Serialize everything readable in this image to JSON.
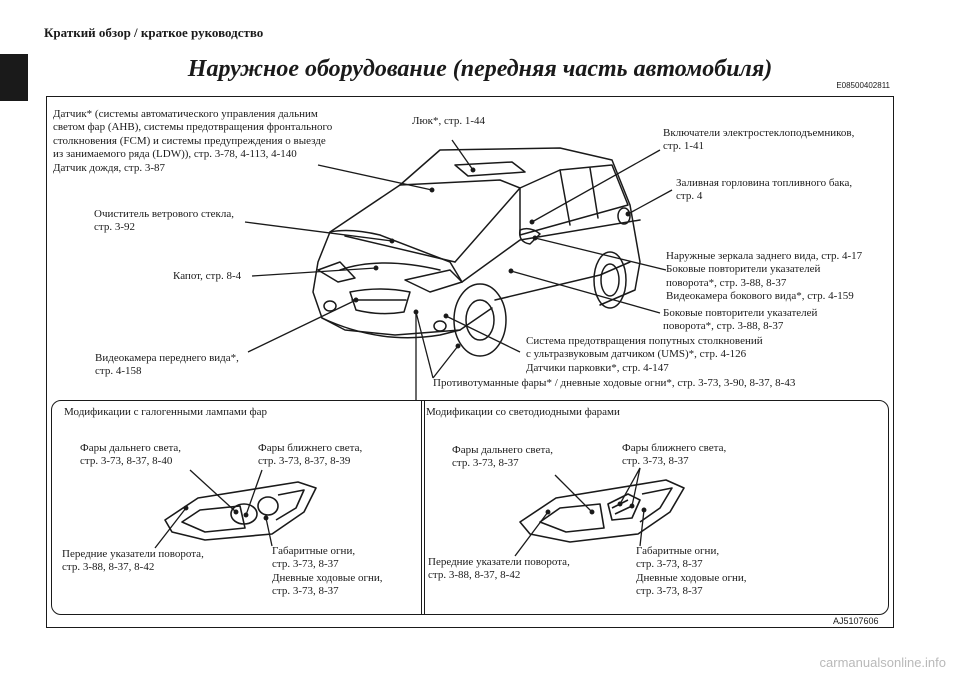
{
  "header": {
    "section": "Краткий обзор / краткое руководство",
    "title": "Наружное оборудование (передняя часть автомобиля)",
    "code": "E08500402811"
  },
  "callouts": {
    "sensor": [
      "Датчик* (системы автоматического управления дальним",
      "светом фар (AHB), системы предотвращения фронтального",
      "столкновения (FCM) и системы предупреждения о выезде",
      "из занимаемого ряда (LDW)), стр. 3-78, 4-113, 4-140",
      "Датчик дождя, стр. 3-87"
    ],
    "sunroof": [
      "Люк*, стр. 1-44"
    ],
    "windows": [
      "Включатели электростеклоподъемников,",
      "стр. 1-41"
    ],
    "fuel": [
      "Заливная горловина топливного бака,",
      "стр. 4"
    ],
    "wiper": [
      "Очиститель ветрового стекла,",
      "стр. 3-92"
    ],
    "mirrors": [
      "Наружные зеркала заднего вида, стр. 4-17",
      "Боковые повторители указателей",
      "поворота*, стр. 3-88, 8-37",
      "Видеокамера бокового вида*, стр. 4-159"
    ],
    "hood": [
      "Капот, стр. 8-4"
    ],
    "repeaters": [
      "Боковые повторители указателей",
      "поворота*, стр. 3-88, 8-37"
    ],
    "ums": [
      "Система предотвращения попутных столкновений",
      "с ультразвуковым датчиком (UMS)*, стр. 4-126",
      "Датчики парковки*, стр. 4-147"
    ],
    "front_camera": [
      "Видеокамера переднего вида*,",
      "стр. 4-158"
    ],
    "fog": [
      "Противотуманные фары* / дневные ходовые огни*, стр. 3-73, 3-90, 8-37, 8-43"
    ]
  },
  "panels": {
    "halogen": {
      "heading": "Модификации с галогенными лампами фар",
      "high": [
        "Фары дальнего света,",
        "стр. 3-73, 8-37, 8-40"
      ],
      "low": [
        "Фары ближнего света,",
        "стр. 3-73, 8-37, 8-39"
      ],
      "turn": [
        "Передние указатели поворота,",
        "стр. 3-88, 8-37, 8-42"
      ],
      "position": [
        "Габаритные огни,",
        "стр. 3-73, 8-37",
        "Дневные ходовые огни,",
        "стр. 3-73, 8-37"
      ]
    },
    "led": {
      "heading": "Модификации со светодиодными фарами",
      "high": [
        "Фары дальнего света,",
        "стр. 3-73, 8-37"
      ],
      "low": [
        "Фары ближнего света,",
        "стр. 3-73, 8-37"
      ],
      "turn": [
        "Передние указатели поворота,",
        "стр. 3-88, 8-37, 8-42"
      ],
      "position": [
        "Габаритные огни,",
        "стр. 3-73, 8-37",
        "Дневные ходовые огни,",
        "стр. 3-73, 8-37"
      ]
    }
  },
  "figure_code": "AJ5107606",
  "watermark": "carmanualsonline.info"
}
